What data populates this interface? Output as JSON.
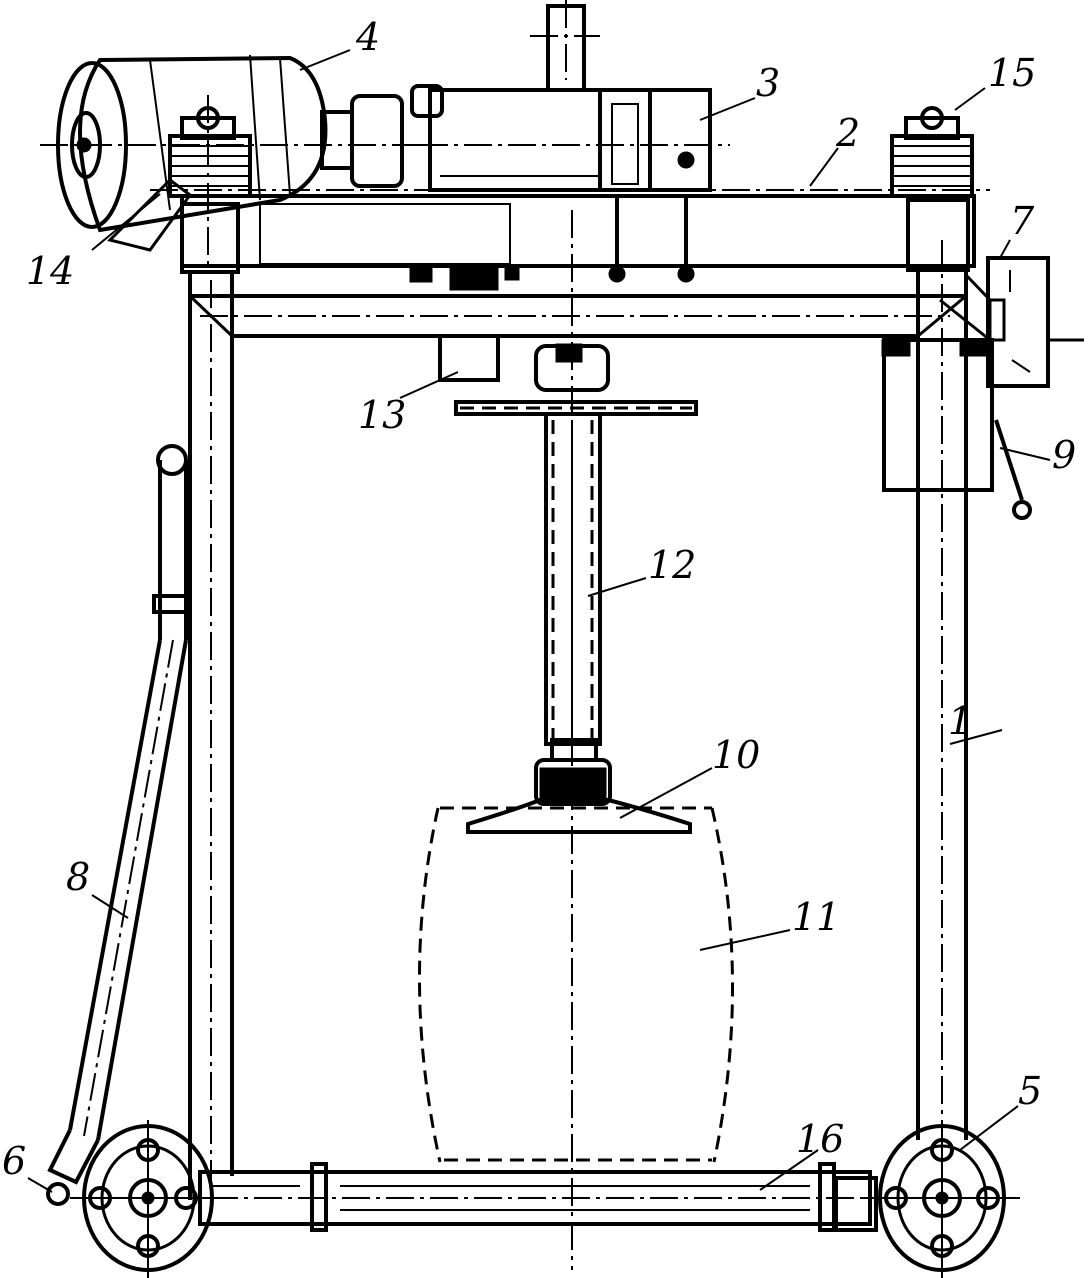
{
  "labels": {
    "frame": "1",
    "crossbeam": "2",
    "gearbox": "3",
    "motor": "4",
    "wheel_right": "5",
    "wheel_left_pivot": "6",
    "control_box": "7",
    "handle": "8",
    "lever_block": "9",
    "disc": "10",
    "barrel": "11",
    "shaft": "12",
    "bracket": "13",
    "spring_left": "14",
    "spring_right": "15",
    "base_bar": "16"
  }
}
